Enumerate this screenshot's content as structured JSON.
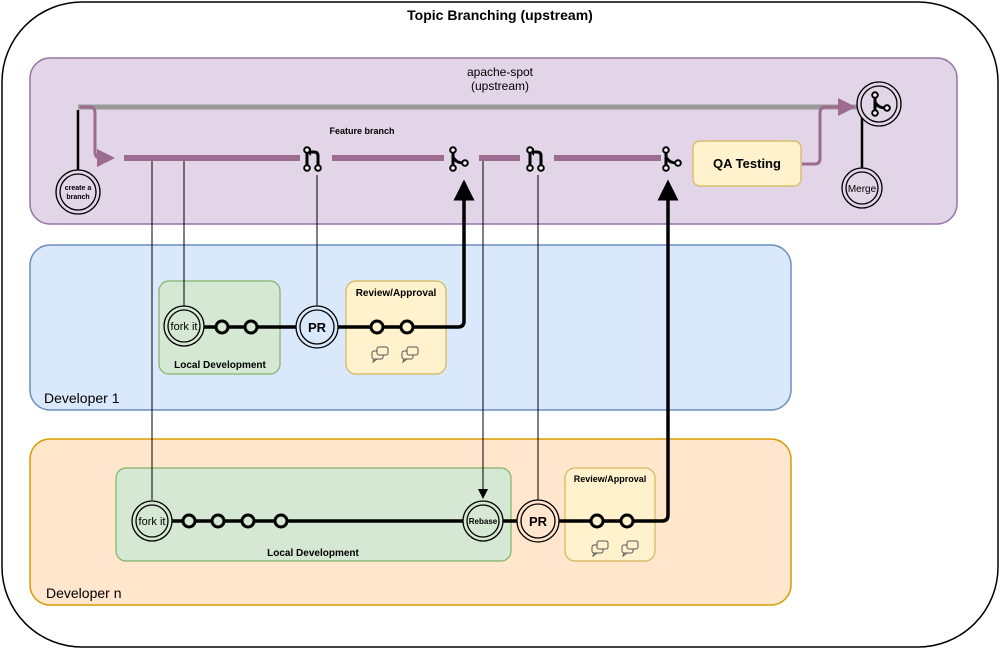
{
  "title": "Topic Branching (upstream)",
  "upstream": {
    "label_line1": "apache-spot",
    "label_line2": "(upstream)",
    "feature_branch_label": "Feature branch",
    "create_branch_line1": "create a",
    "create_branch_line2": "branch",
    "qa_label": "QA Testing",
    "merge_label": "Merge"
  },
  "developer1": {
    "lane_label": "Developer 1",
    "fork_label": "fork it",
    "local_dev_label": "Local Development",
    "pr_label": "PR",
    "review_label": "Review/Approval",
    "commit_count": 2,
    "review_commit_count": 2
  },
  "developern": {
    "lane_label": "Developer n",
    "fork_label": "fork it",
    "local_dev_label": "Local Development",
    "rebase_label": "Rebase",
    "pr_label": "PR",
    "review_label": "Review/Approval",
    "commit_count": 4,
    "review_commit_count": 2
  },
  "colors": {
    "upstream_fill": "#e1d5e7",
    "upstream_stroke": "#9673a6",
    "feature_branch": "#9c6b8f",
    "master_line": "#999999",
    "dev1_fill": "#dae8fc",
    "dev1_stroke": "#6c8ebf",
    "devn_fill": "#ffe6cc",
    "devn_stroke": "#d79b00",
    "local_fill": "#d5e8d4",
    "local_stroke": "#82b366",
    "review_fill": "#fff2cc",
    "review_stroke": "#d6b656"
  }
}
